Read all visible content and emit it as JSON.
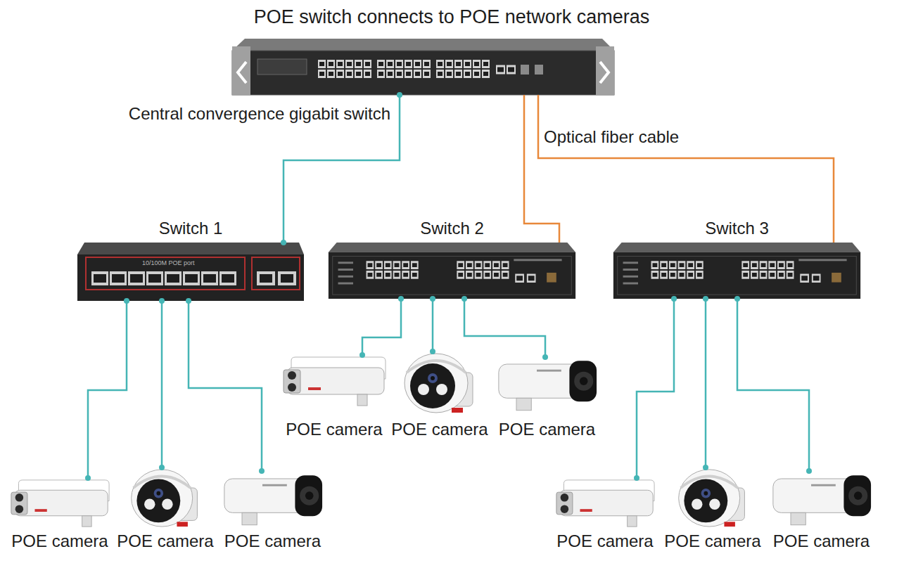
{
  "diagram": {
    "title": "POE switch connects to POE network cameras",
    "nodes": [
      {
        "text": [
          "Central convergence gigabit switch"
        ]
      },
      {
        "text": [
          "Switch 1"
        ]
      },
      {
        "text": [
          "Switch 2"
        ]
      },
      {
        "text": [
          "Switch 3"
        ]
      },
      {
        "text": [
          "POE camera"
        ]
      },
      {
        "text": [
          "POE camera"
        ]
      },
      {
        "text": [
          "POE camera"
        ]
      },
      {
        "text": [
          "POE camera"
        ]
      },
      {
        "text": [
          "POE camera"
        ]
      },
      {
        "text": [
          "POE camera"
        ]
      },
      {
        "text": [
          "POE camera"
        ]
      },
      {
        "text": [
          "POE camera"
        ]
      },
      {
        "text": [
          "POE camera"
        ]
      }
    ],
    "edges": [
      {
        "from": 0,
        "to": 1,
        "arrow": "none"
      },
      {
        "from": 0,
        "to": 2,
        "arrow": "none"
      },
      {
        "from": 0,
        "to": 3,
        "arrow": "none"
      },
      {
        "from": 1,
        "to": 4,
        "arrow": "none"
      },
      {
        "from": 1,
        "to": 5,
        "arrow": "none"
      },
      {
        "from": 1,
        "to": 6,
        "arrow": "none"
      },
      {
        "from": 2,
        "to": 7,
        "arrow": "none"
      },
      {
        "from": 2,
        "to": 8,
        "arrow": "none"
      },
      {
        "from": 2,
        "to": 9,
        "arrow": "none"
      },
      {
        "from": 3,
        "to": 10,
        "arrow": "none"
      },
      {
        "from": 3,
        "to": 11,
        "arrow": "none"
      },
      {
        "from": 3,
        "to": 12,
        "arrow": "none"
      }
    ],
    "labels": [
      "Optical fiber cable",
      "10/100M POE port"
    ]
  }
}
